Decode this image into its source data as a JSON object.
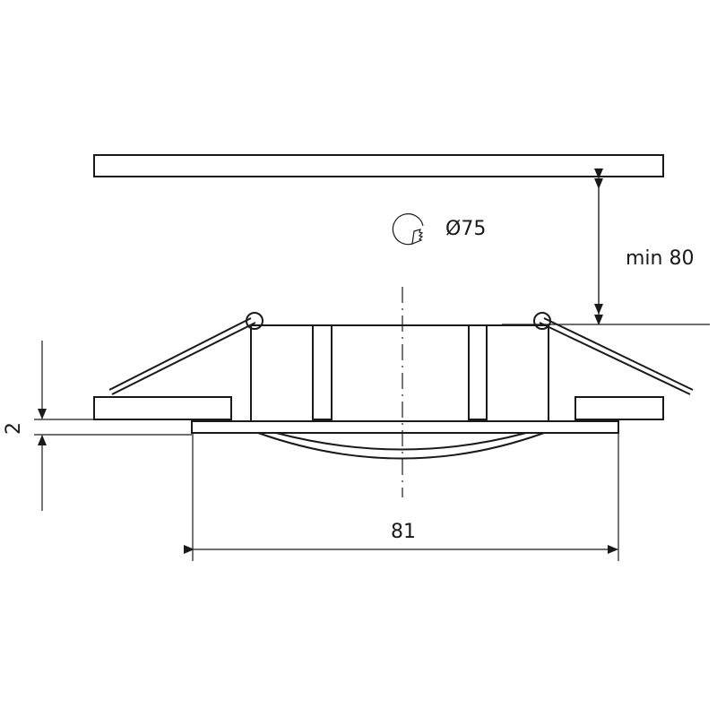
{
  "dimensions": {
    "cutout_diameter": "Ø75",
    "min_depth": "min 80",
    "flange_thickness": "2",
    "overall_width": "81"
  },
  "icons": [
    "cutout-saw-icon"
  ],
  "colors": {
    "line": "#1a1a1a",
    "background": "#ffffff"
  }
}
